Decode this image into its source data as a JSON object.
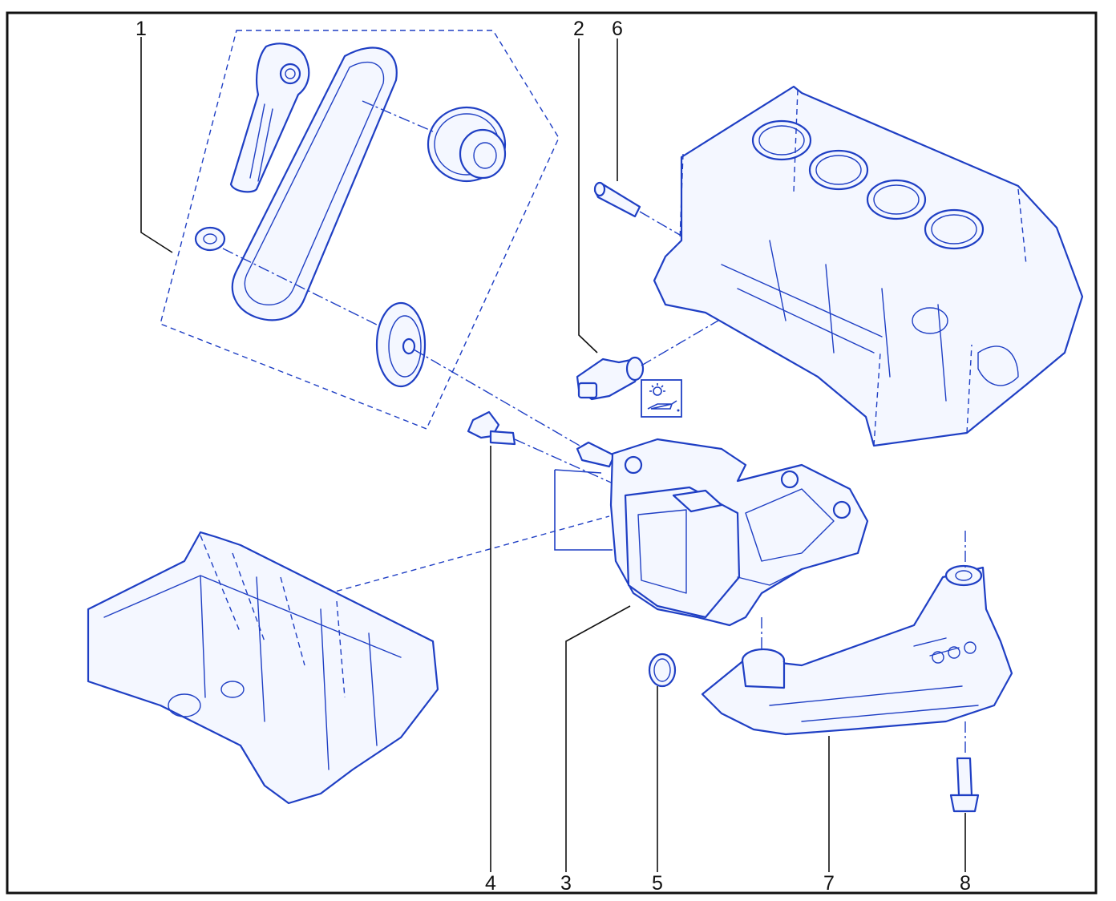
{
  "colors": {
    "line": "#1f3fc4",
    "fill": "#f4f7ff",
    "text": "#111111",
    "frame": "#111111"
  },
  "callouts": [
    {
      "id": "1",
      "label": "1"
    },
    {
      "id": "2",
      "label": "2"
    },
    {
      "id": "3",
      "label": "3"
    },
    {
      "id": "4",
      "label": "4"
    },
    {
      "id": "5",
      "label": "5"
    },
    {
      "id": "6",
      "label": "6"
    },
    {
      "id": "7",
      "label": "7"
    },
    {
      "id": "8",
      "label": "8"
    }
  ],
  "icons": {
    "warning_symbol": "oil-pressure-warning-icon"
  }
}
